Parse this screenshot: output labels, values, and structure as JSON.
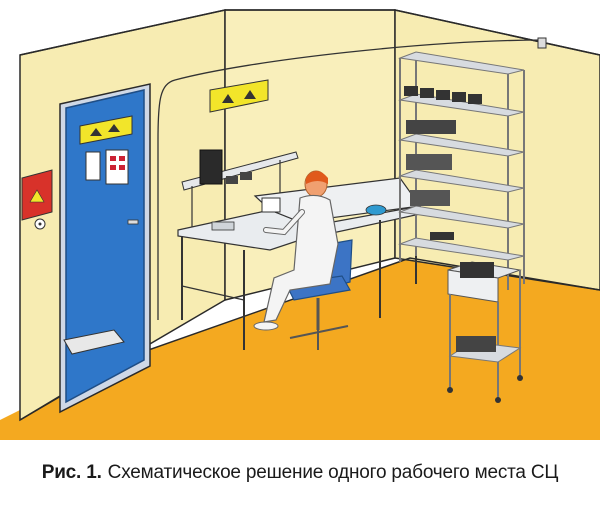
{
  "caption": {
    "label": "Рис. 1.",
    "text": "Схематическое решение одного рабочего места СЦ"
  },
  "colors": {
    "wall": "#f7ecb2",
    "floor": "#f4a920",
    "door": "#2f77c9",
    "warning_sign": "#f2e52a",
    "red_sign": "#d8322a",
    "outline": "#2a2a2a",
    "chair": "#3c74c5",
    "lab_coat": "#f4f4f4",
    "shelf_metal": "#d7dbe0"
  },
  "icons": [
    "esd-warning-sign",
    "esd-red-sign",
    "grounding-socket"
  ]
}
